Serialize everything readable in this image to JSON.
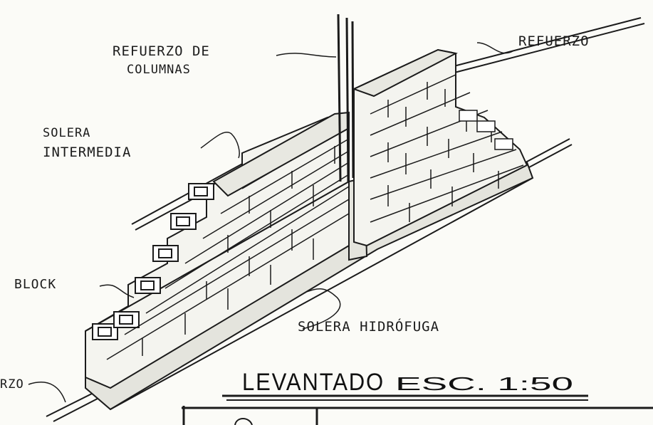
{
  "labels": {
    "column_reinforcement": [
      "REFUERZO DE",
      "COLUMNAS"
    ],
    "top_reinforcement": "REFUERZO",
    "intermediate_beam": [
      "SOLERA",
      "INTERMEDIA"
    ],
    "block": "BLOCK",
    "waterproof_beam": "SOLERA HIDRÓFUGA",
    "left_reinforcement_partial": "RZO"
  },
  "title": {
    "main": "LEVANTADO",
    "scale": "ESC. 1:50"
  },
  "colors": {
    "paper": "#fbfbf7",
    "ink": "#1b1b1b",
    "shade": "#d8d8d2"
  }
}
